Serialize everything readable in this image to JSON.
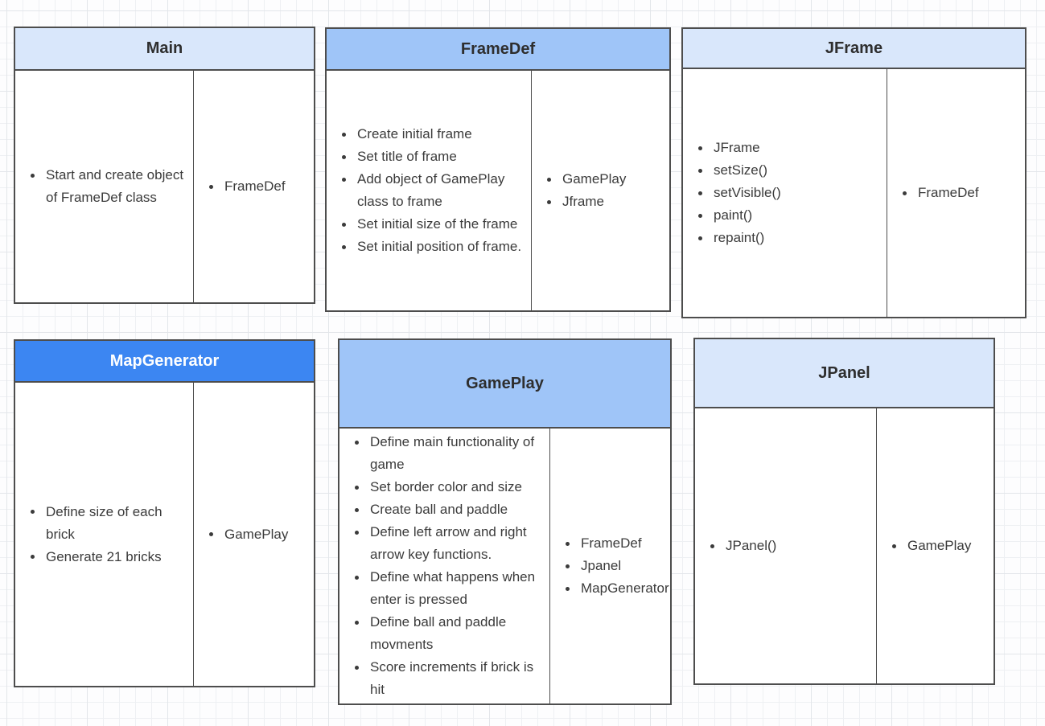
{
  "colors": {
    "header_light": "#d9e7fb",
    "header_medium": "#9fc5f8",
    "header_bright": "#3c86f2",
    "border": "#4d4d4d",
    "title_dark": "#2e2e2e",
    "title_light": "#ffffff",
    "text": "#3b3b3b",
    "grid_minor": "#eef0f3",
    "grid_major": "#e3e6ea",
    "canvas_bg": "#fdfdfe"
  },
  "cards": [
    {
      "id": "main",
      "title": "Main",
      "header_style": "light",
      "responsibilities": [
        "Start and create object of FrameDef class"
      ],
      "collaborators": [
        "FrameDef"
      ]
    },
    {
      "id": "framedef",
      "title": "FrameDef",
      "header_style": "medium",
      "responsibilities": [
        "Create initial frame",
        "Set title of frame",
        "Add object of GamePlay class to frame",
        "Set initial size of the frame",
        "Set initial position of frame."
      ],
      "collaborators": [
        "GamePlay",
        "Jframe"
      ]
    },
    {
      "id": "jframe",
      "title": "JFrame",
      "header_style": "light",
      "responsibilities": [
        "JFrame",
        "setSize()",
        "setVisible()",
        "paint()",
        "repaint()"
      ],
      "collaborators": [
        "FrameDef"
      ]
    },
    {
      "id": "mapgenerator",
      "title": "MapGenerator",
      "header_style": "bright",
      "responsibilities": [
        "Define size of each brick",
        "Generate 21 bricks"
      ],
      "collaborators": [
        "GamePlay"
      ]
    },
    {
      "id": "gameplay",
      "title": "GamePlay",
      "header_style": "medium",
      "responsibilities": [
        "Define main functionality of game",
        "Set border color and size",
        "Create ball and paddle",
        "Define left arrow and right arrow key functions.",
        "Define what happens when enter is pressed",
        "Define ball and paddle movments",
        "Score increments if brick is hit"
      ],
      "collaborators": [
        "FrameDef",
        "Jpanel",
        "MapGenerator"
      ]
    },
    {
      "id": "jpanel",
      "title": "JPanel",
      "header_style": "light",
      "responsibilities": [
        "JPanel()"
      ],
      "collaborators": [
        "GamePlay"
      ]
    }
  ]
}
